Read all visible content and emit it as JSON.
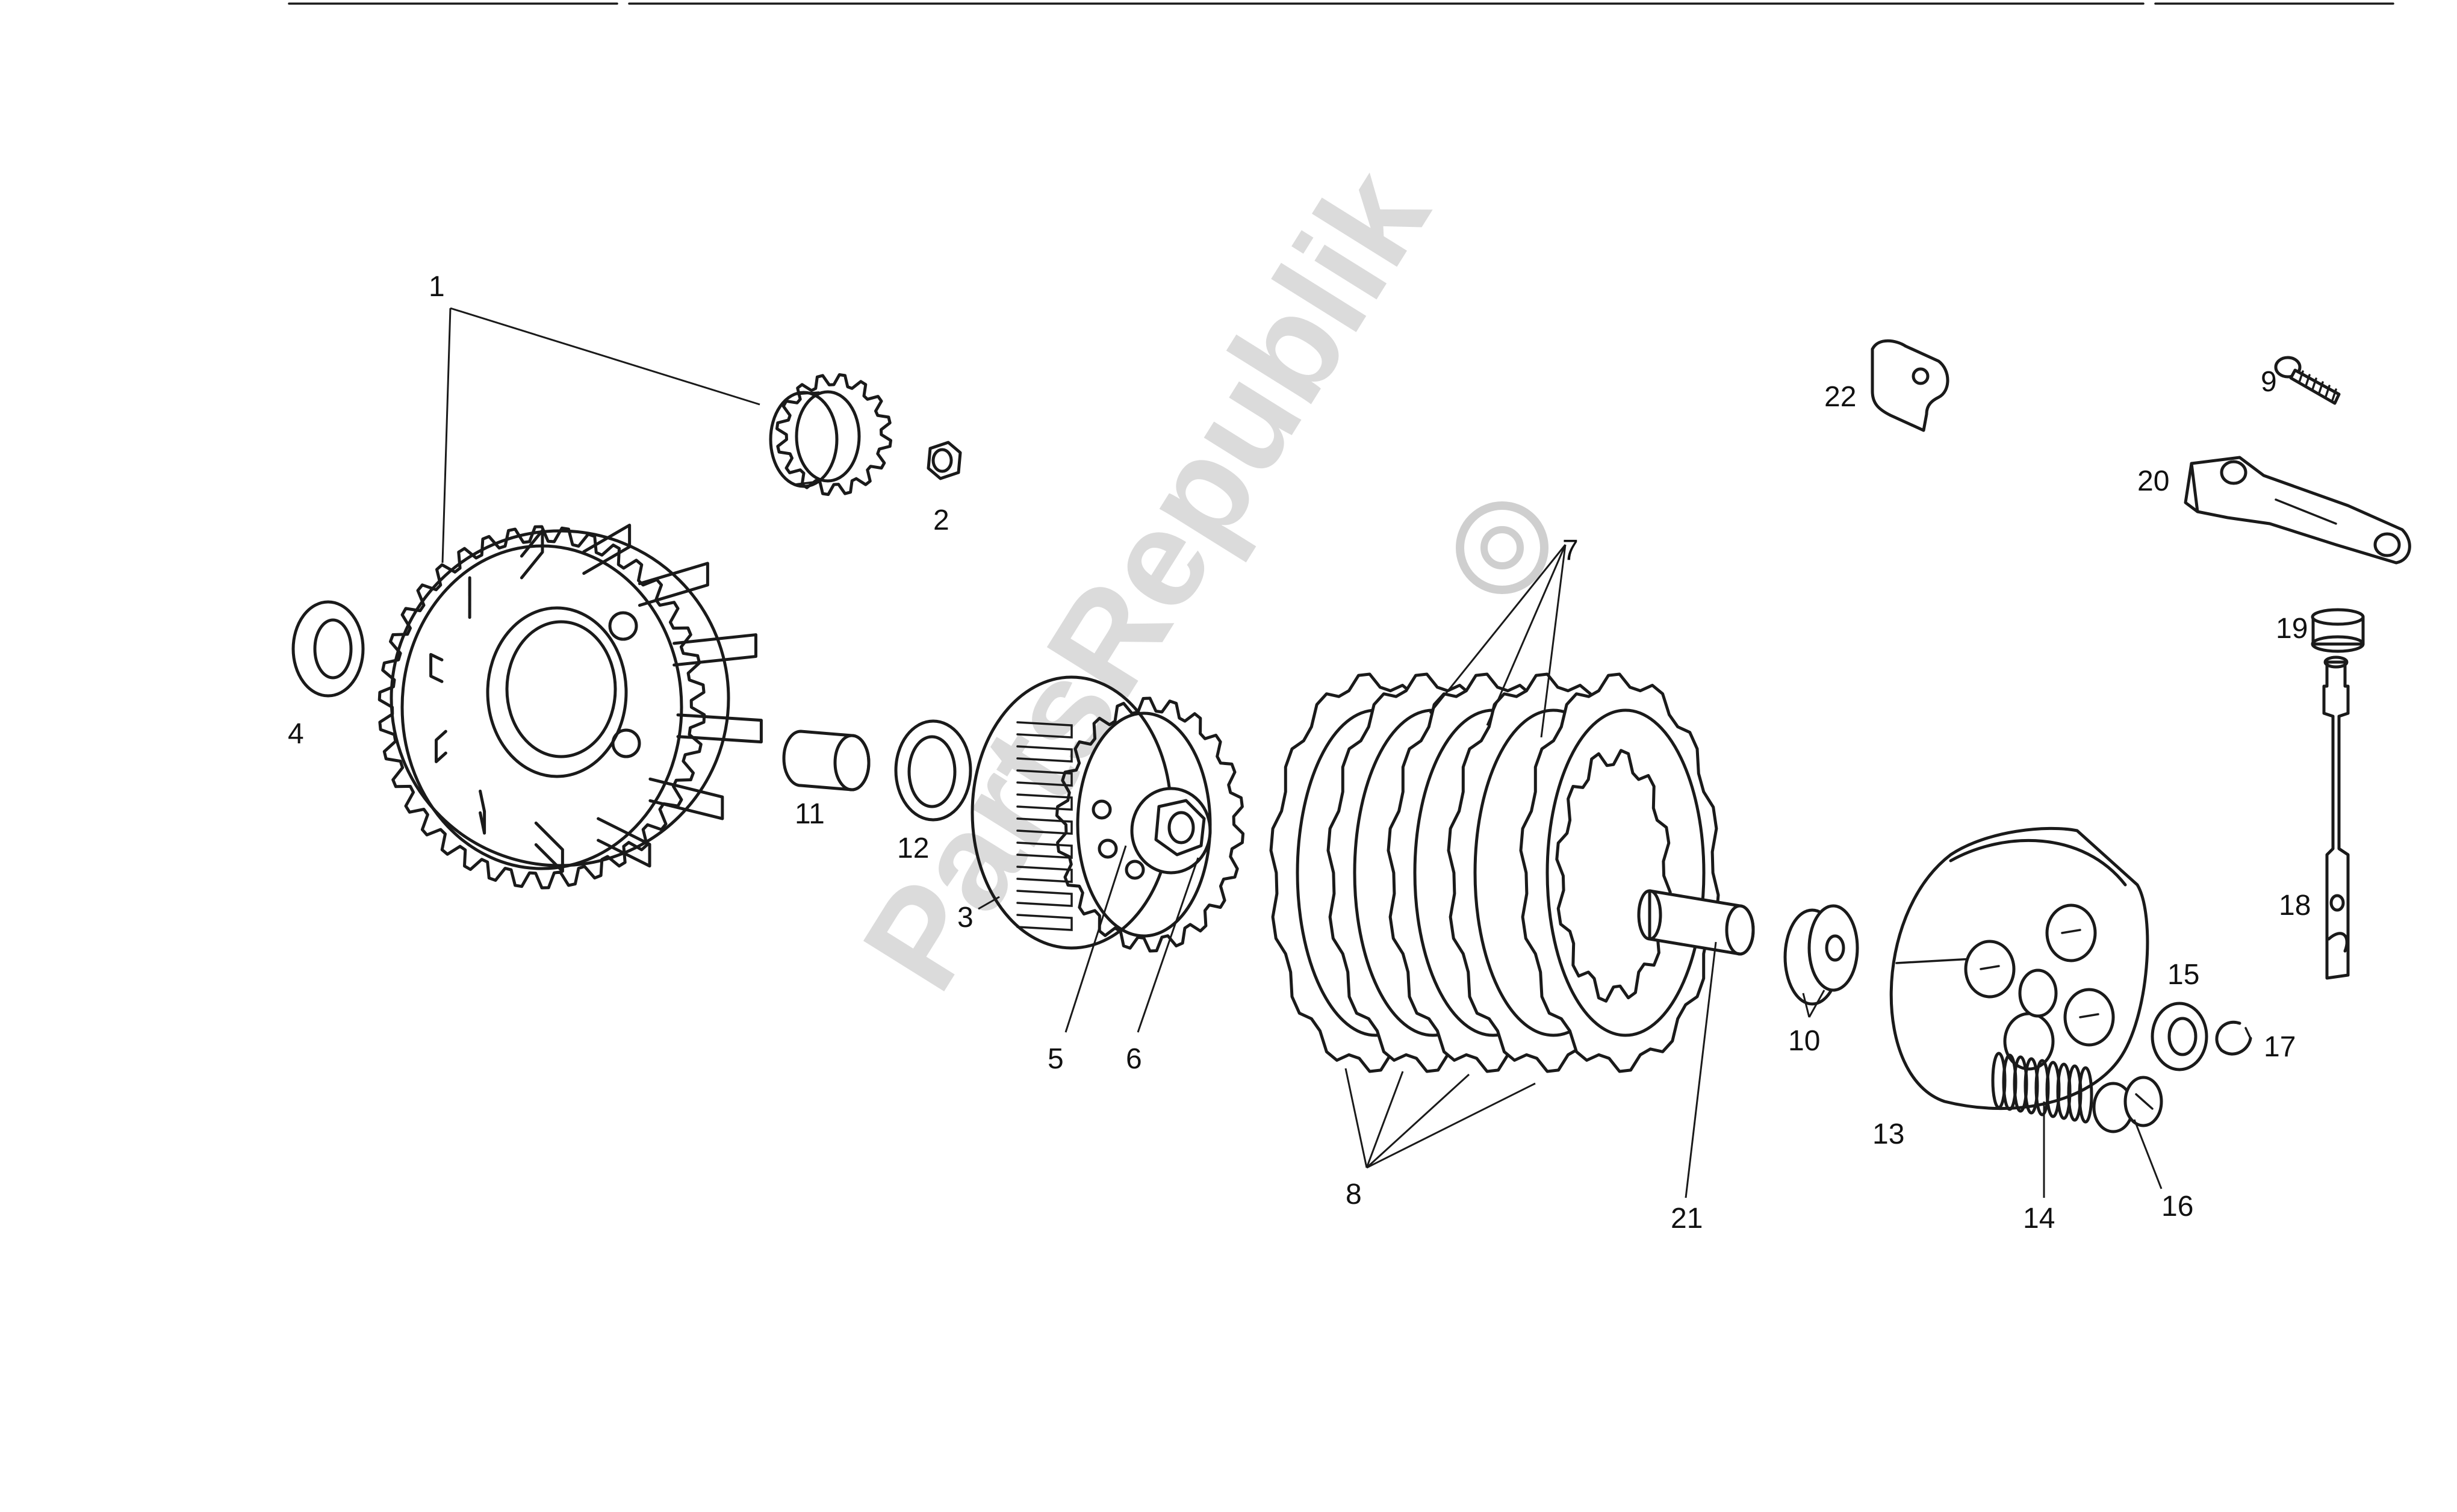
{
  "watermark": {
    "text": "PartsRepublik",
    "color": "#cfcfcf"
  },
  "callouts": [
    {
      "id": "c1",
      "label": "1"
    },
    {
      "id": "c2",
      "label": "2"
    },
    {
      "id": "c3",
      "label": "3"
    },
    {
      "id": "c4",
      "label": "4"
    },
    {
      "id": "c5",
      "label": "5"
    },
    {
      "id": "c6",
      "label": "6"
    },
    {
      "id": "c7",
      "label": "7"
    },
    {
      "id": "c8",
      "label": "8"
    },
    {
      "id": "c9",
      "label": "9"
    },
    {
      "id": "c10",
      "label": "10"
    },
    {
      "id": "c11",
      "label": "11"
    },
    {
      "id": "c12",
      "label": "12"
    },
    {
      "id": "c13",
      "label": "13"
    },
    {
      "id": "c14",
      "label": "14"
    },
    {
      "id": "c15",
      "label": "15"
    },
    {
      "id": "c16",
      "label": "16"
    },
    {
      "id": "c17",
      "label": "17"
    },
    {
      "id": "c18",
      "label": "18"
    },
    {
      "id": "c19",
      "label": "19"
    },
    {
      "id": "c20",
      "label": "20"
    },
    {
      "id": "c21",
      "label": "21"
    },
    {
      "id": "c22",
      "label": "22"
    }
  ]
}
